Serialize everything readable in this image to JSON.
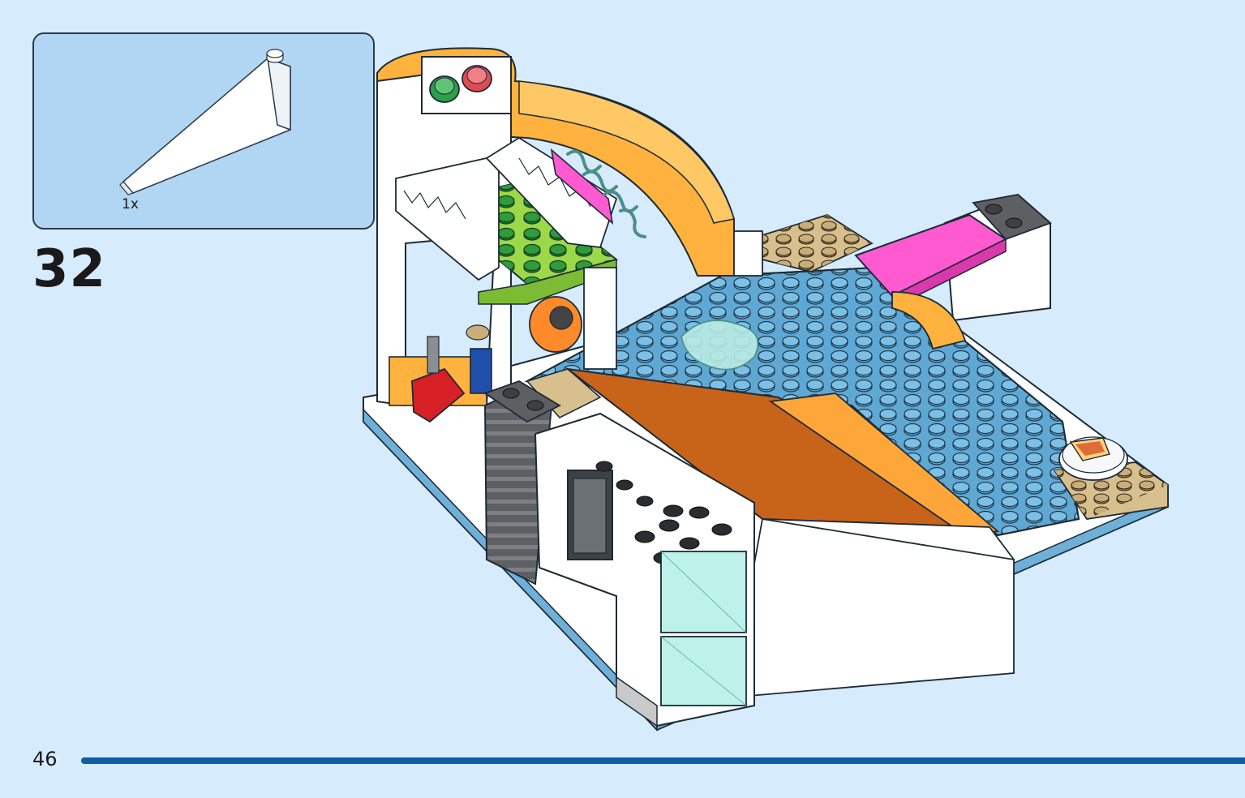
{
  "step": {
    "number": "32"
  },
  "parts_box": {
    "items": [
      {
        "part": "white-slope-brick-icon",
        "quantity": "1x"
      }
    ]
  },
  "page": {
    "number": "46"
  },
  "colors": {
    "background": "#d6ebfb",
    "parts_box": "#b1d6f4",
    "rule": "#0b5ea8",
    "baseplate": "#6aaed6",
    "orange": "#ffb23e",
    "lime": "#9bd84a",
    "pink": "#ff5ad0",
    "tan": "#d8c08e"
  }
}
